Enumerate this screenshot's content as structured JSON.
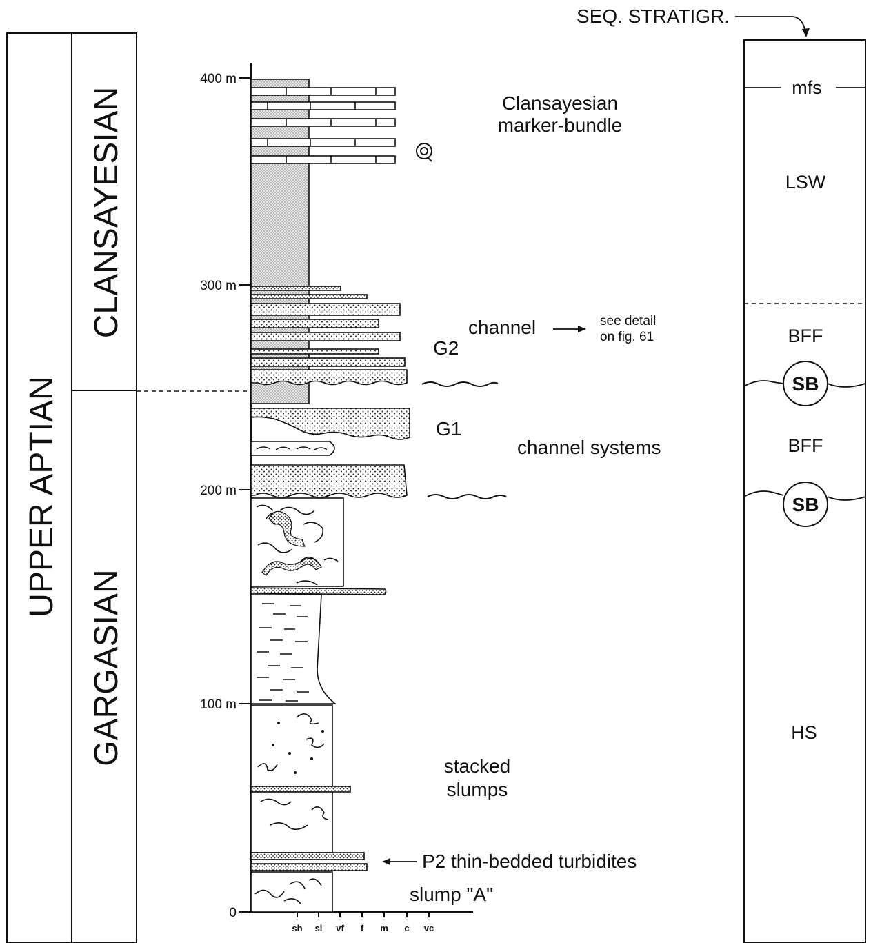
{
  "stage_columns": {
    "outer": "UPPER APTIAN",
    "upper_substage": "CLANSAYESIAN",
    "lower_substage": "GARGASIAN"
  },
  "depth_scale": {
    "ticks": [
      "400 m",
      "300 m",
      "200 m",
      "100 m",
      "0"
    ],
    "grain_sizes": [
      "sh",
      "si",
      "vf",
      "f",
      "m",
      "c",
      "vc"
    ]
  },
  "annotations": {
    "marker_bundle_line1": "Clansayesian",
    "marker_bundle_line2": "marker-bundle",
    "g2": "G2",
    "channel": "channel",
    "see_detail_line1": "see detail",
    "see_detail_line2": "on fig. 61",
    "g1": "G1",
    "channel_systems": "channel systems",
    "stacked_slumps_line1": "stacked",
    "stacked_slumps_line2": "slumps",
    "turbidites": "P2 thin-bedded turbidites",
    "slump_a": "slump \"A\""
  },
  "sequence_column": {
    "header": "SEQ. STRATIGR.",
    "mfs": "mfs",
    "lsw": "LSW",
    "bff_upper": "BFF",
    "sb_upper": "SB",
    "bff_lower": "BFF",
    "sb_lower": "SB",
    "hs": "HS"
  },
  "colors": {
    "ink": "#111111",
    "stipple": "#bbbbbb",
    "background": "#ffffff"
  }
}
